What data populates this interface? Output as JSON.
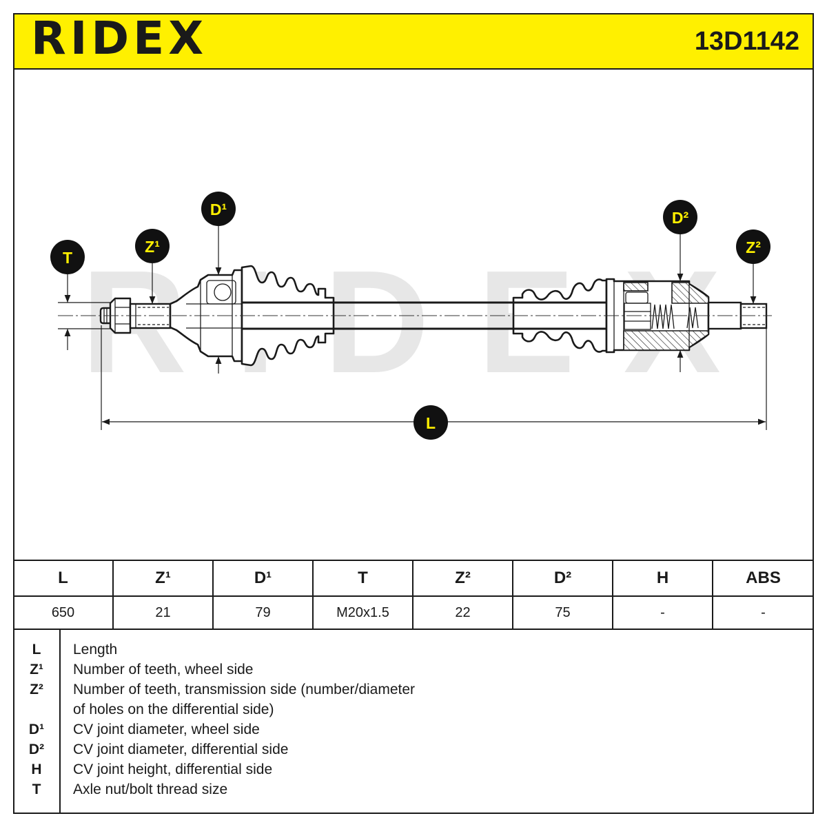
{
  "header": {
    "logo": "RIDEX",
    "part_number": "13D1142"
  },
  "watermark": {
    "text": "RIDEX"
  },
  "colors": {
    "brand_yellow": "#FFF000",
    "ink": "#1a1a1a",
    "watermark": "#e7e7e7"
  },
  "diagram": {
    "callouts": {
      "t": "T",
      "z1": "Z¹",
      "d1": "D¹",
      "d2": "D²",
      "z2": "Z²",
      "l": "L"
    }
  },
  "spec_table": {
    "headers": [
      "L",
      "Z¹",
      "D¹",
      "T",
      "Z²",
      "D²",
      "H",
      "ABS"
    ],
    "values": [
      "650",
      "21",
      "79",
      "M20x1.5",
      "22",
      "75",
      "-",
      "-"
    ]
  },
  "legend": [
    {
      "key": "L",
      "lines": [
        "Length"
      ]
    },
    {
      "key": "Z¹",
      "lines": [
        "Number of teeth, wheel side"
      ]
    },
    {
      "key": "Z²",
      "lines": [
        "Number of teeth, transmission side (number/diameter",
        "of holes on the differential side)"
      ]
    },
    {
      "key": "D¹",
      "lines": [
        "CV joint diameter, wheel side"
      ]
    },
    {
      "key": "D²",
      "lines": [
        "CV joint diameter, differential side"
      ]
    },
    {
      "key": "H",
      "lines": [
        "CV joint height, differential side"
      ]
    },
    {
      "key": "T",
      "lines": [
        "Axle nut/bolt thread size"
      ]
    }
  ]
}
